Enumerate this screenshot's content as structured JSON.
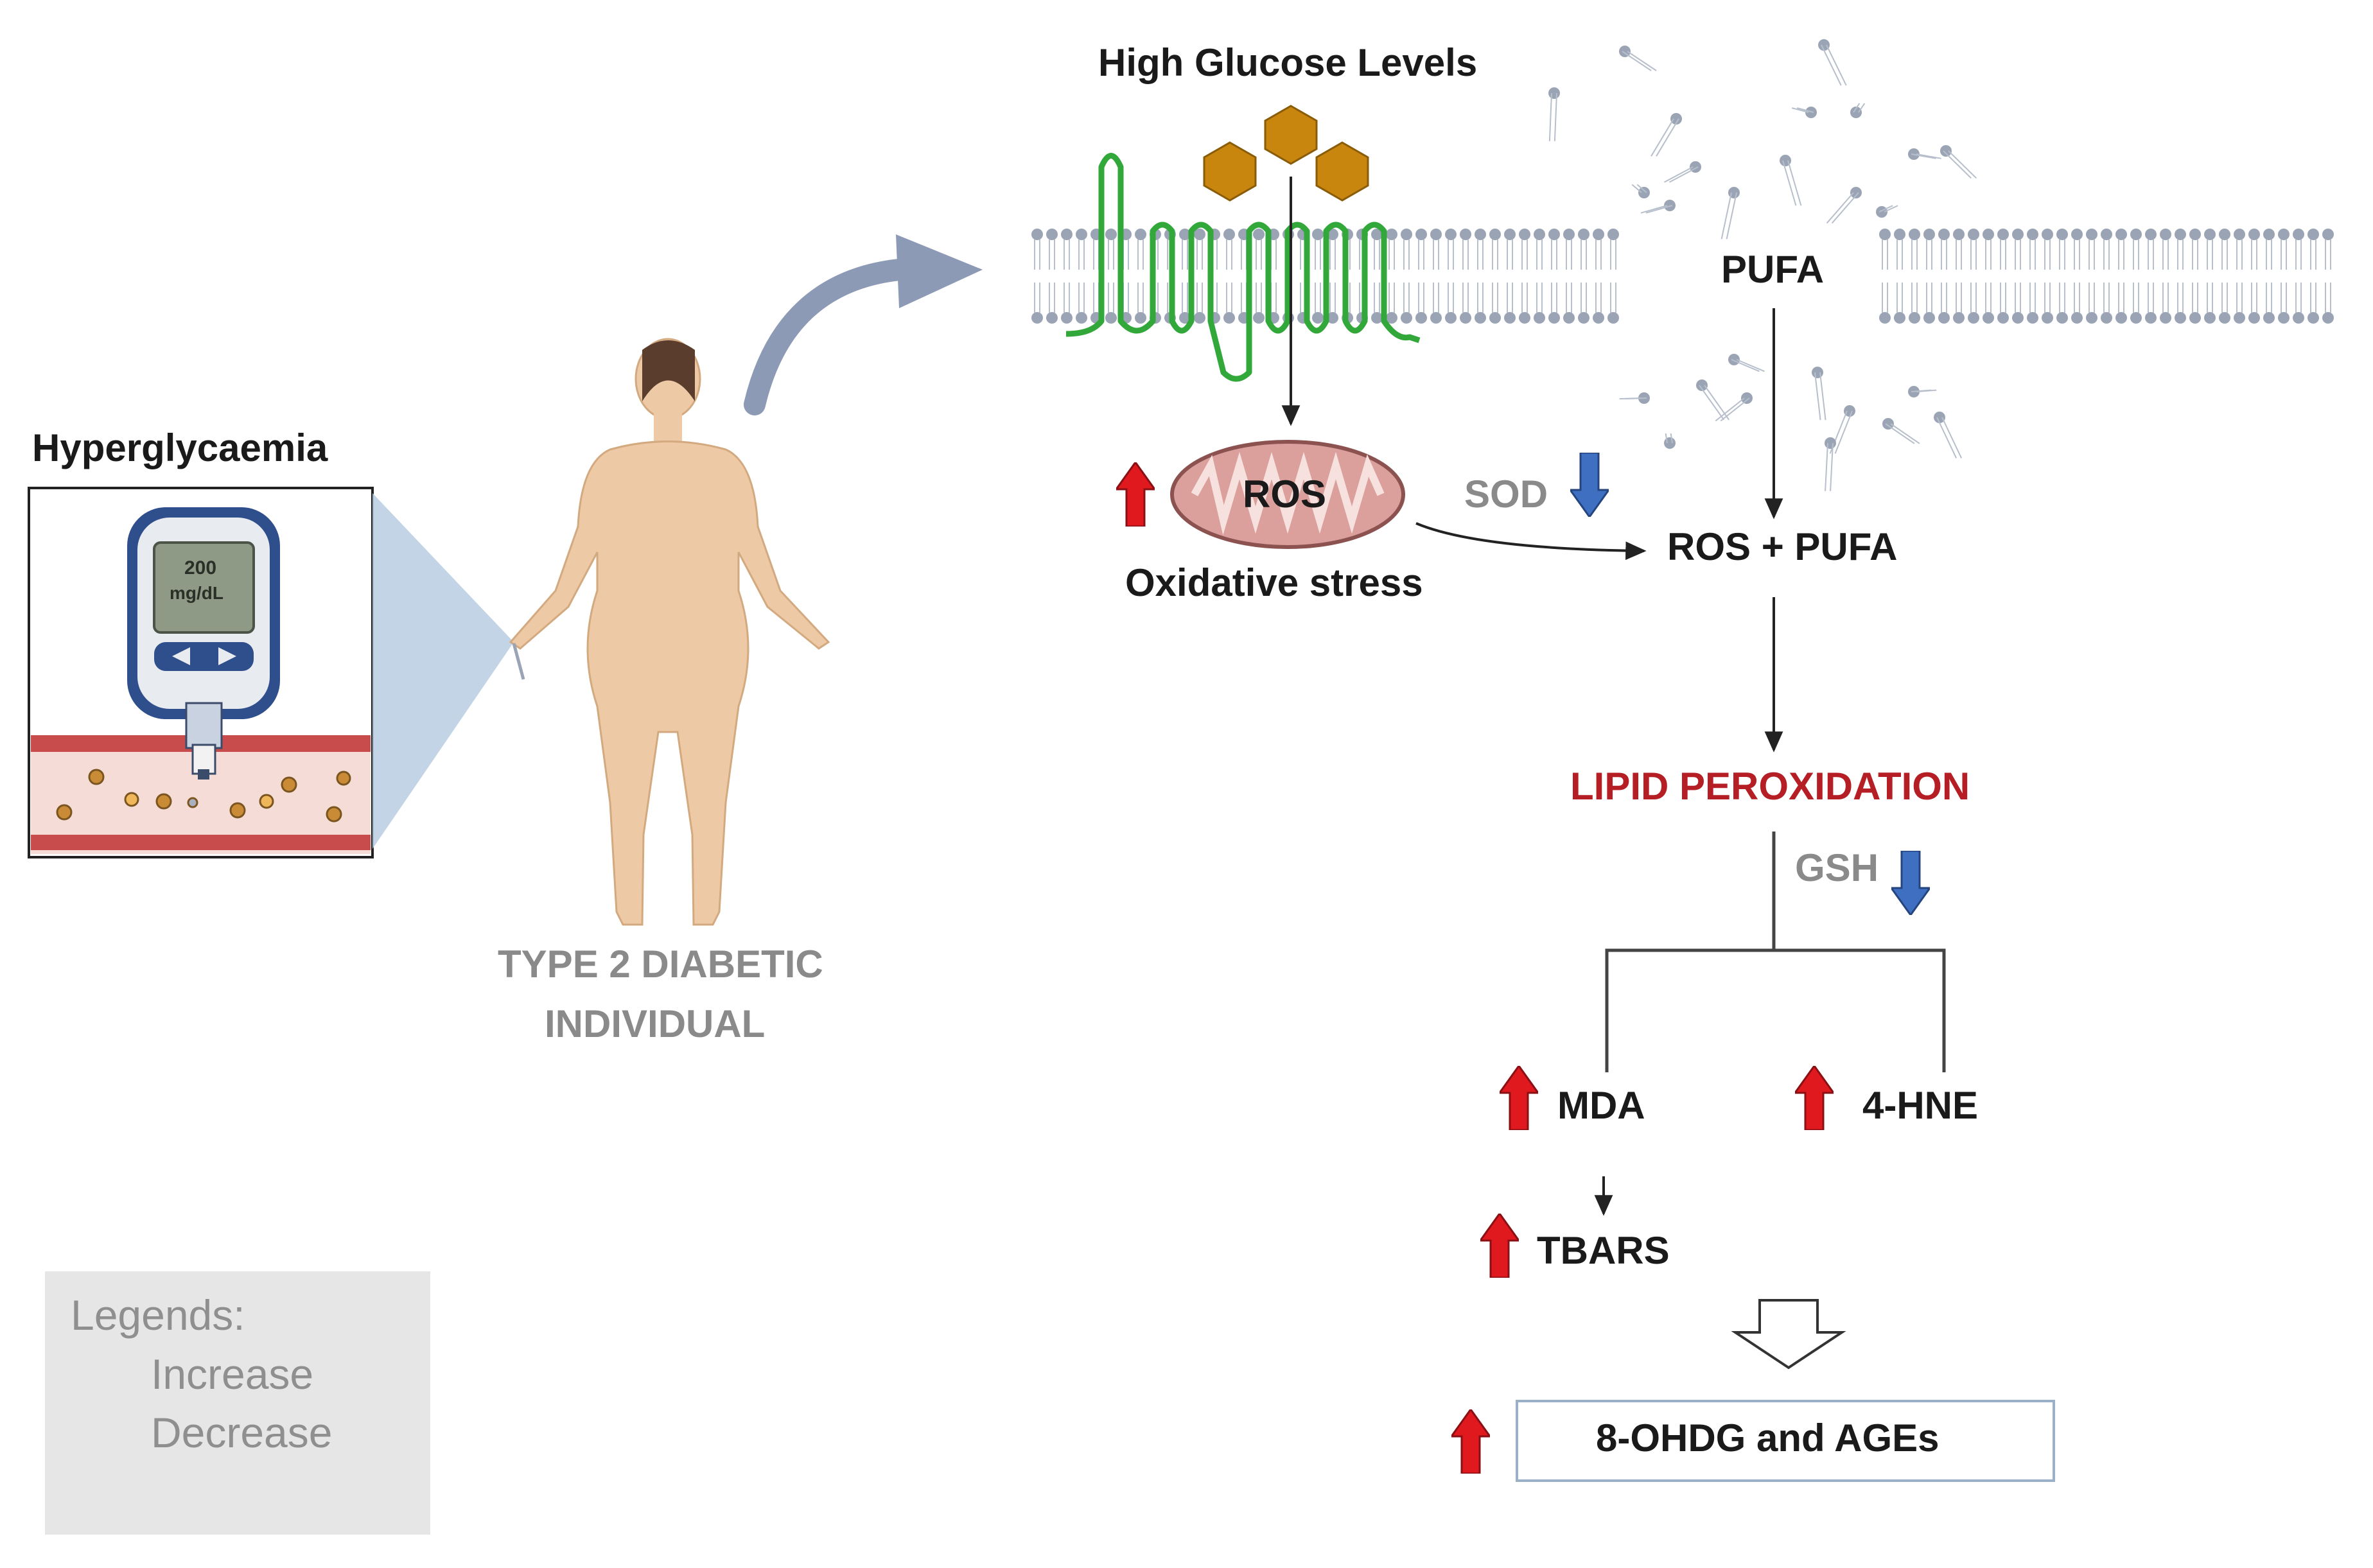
{
  "labels": {
    "hyperglycaemia": "Hyperglycaemia",
    "meter_value": "200",
    "meter_unit": "mg/dL",
    "diabetic_line1": "TYPE 2 DIABETIC",
    "diabetic_line2": "INDIVIDUAL",
    "high_glucose": "High Glucose Levels",
    "pufa": "PUFA",
    "ros": "ROS",
    "oxidative_stress": "Oxidative stress",
    "sod": "SOD",
    "ros_pufa": "ROS + PUFA",
    "lipid_peroxidation": "LIPID PEROXIDATION",
    "gsh": "GSH",
    "mda": "MDA",
    "hne": "4-HNE",
    "tbars": "TBARS",
    "ohdg_ages": "8-OHDG and AGEs"
  },
  "legend": {
    "title": "Legends:",
    "increase": "Increase",
    "decrease": "Decrease"
  },
  "colors": {
    "increase_arrow": "#e0191f",
    "decrease_arrow": "#3f6fc1",
    "lipid_peroxidation": "#b41e24",
    "grey_text": "#8a8a8a",
    "membrane_head": "#9aa4b4",
    "receptor": "#33a83a",
    "glucose": "#c8860f",
    "skin": "#edc9a5",
    "curved_arrow": "#8d9ab5",
    "legend_bg": "#e6e6e6",
    "box_border": "#9ab0c6"
  }
}
